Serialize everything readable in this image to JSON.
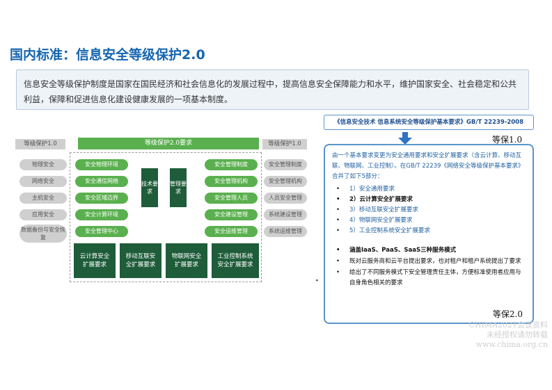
{
  "title": "国内标准：信息安全等级保护2.0",
  "intro": "信息安全等级保护制度是国家在国民经济和社会信息化的发展过程中，提高信息安全保障能力和水平，维护国家安全、社会稳定和公共利益，保障和促进信息化建设健康发展的一项基本制度。",
  "diagram": {
    "legacy_left_header": "等级保护1.0",
    "legacy_right_header": "等级保护1.0",
    "new_header": "等级保护2.0要求",
    "legacy_left": [
      "物理安全",
      "网络安全",
      "主机安全",
      "应用安全",
      "数据备份与安全恢复"
    ],
    "new_left": [
      "安全物理环境",
      "安全通信网络",
      "安全区域边界",
      "安全计算环境",
      "安全管理中心"
    ],
    "tech_box": "技术要求",
    "mgmt_box": "管理要求",
    "new_right": [
      "安全管理制度",
      "安全管理机构",
      "安全管理人员",
      "安全建设管理",
      "安全运维管理"
    ],
    "legacy_right": [
      "安全管理制度",
      "安全管理机构",
      "人员安全管理",
      "系统建设管理",
      "系统运维管理"
    ],
    "extensions": [
      "云计算安全扩展要求",
      "移动互联安全扩展要求",
      "物联网安全扩展要求",
      "工业控制系统安全扩展要求"
    ]
  },
  "standard": "《信息安全技术 信息系统安全等级保护基本要求》GB/T 22239-2008",
  "level1_label": "等保1.0",
  "level2_label": "等保2.0",
  "panel": {
    "description": "由一个基本要求变更为安全通用要求和安全扩展要求（含云计算、移动互联、物联网、工业控制）。在GB/T 22239《网络安全等级保护基本要求》合并了如下5部分：",
    "items": [
      "1）安全通用要求",
      "2）云计算安全扩展要求",
      "3）移动互联安全扩展要求",
      "4）物联网安全扩展要求",
      "5）工业控制系统安全扩展要求"
    ],
    "features": [
      "涵盖IaaS、PaaS、SaaS三种服务模式",
      "既对云服务商和云平台提出要求，也对租户和租户系统提出了要求",
      "给出了不同服务模式下安全管理责任主体，方便标准使用者应用与自身角色相关的要求"
    ]
  },
  "watermark": [
    "CHIMA2021会议资料",
    "未经授权请勿转载",
    "www.chima.org.cn"
  ],
  "colors": {
    "title": "#1565b0",
    "green": "#5ab04e",
    "dark_green": "#1e5c3a",
    "panel_border": "#5a94cc"
  }
}
